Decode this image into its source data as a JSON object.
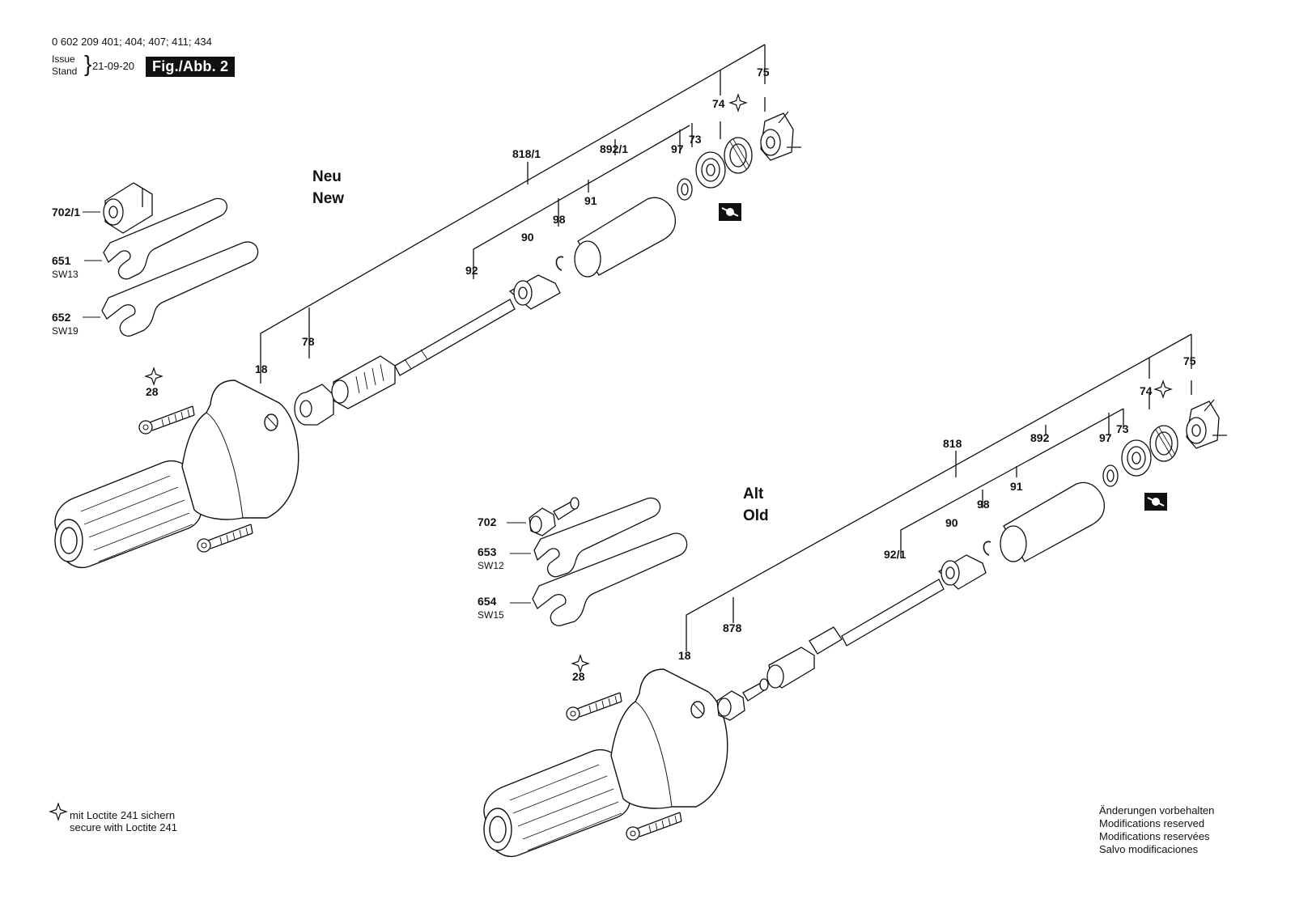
{
  "header": {
    "model_numbers": "0 602 209 401; 404; 407; 411; 434",
    "issue_label": "Issue",
    "stand_label": "Stand",
    "date": "21-09-20",
    "figure_label": "Fig./Abb. 2"
  },
  "versions": {
    "new_de": "Neu",
    "new_en": "New",
    "old_de": "Alt",
    "old_en": "Old"
  },
  "new_parts": {
    "p818_1": "818/1",
    "p892_1": "892/1",
    "p97": "97",
    "p73": "73",
    "p74": "74",
    "p75": "75",
    "p91": "91",
    "p98": "98",
    "p90": "90",
    "p92": "92",
    "p78": "78",
    "p18": "18",
    "p28": "28",
    "p702_1": "702/1",
    "p651": "651",
    "sw13": "SW13",
    "p652": "652",
    "sw19": "SW19"
  },
  "old_parts": {
    "p818": "818",
    "p892": "892",
    "p97": "97",
    "p73": "73",
    "p74": "74",
    "p75": "75",
    "p91": "91",
    "p98": "98",
    "p90": "90",
    "p92_1": "92/1",
    "p878": "878",
    "p18": "18",
    "p28": "28",
    "p702": "702",
    "p653": "653",
    "sw12": "SW12",
    "p654": "654",
    "sw15": "SW15"
  },
  "notes": {
    "loctite_de": "mit Loctite 241 sichern",
    "loctite_en": "secure with Loctite 241",
    "mod_de": "Änderungen vorbehalten",
    "mod_en": "Modifications reserved",
    "mod_fr": "Modifications reservées",
    "mod_es": "Salvo modificaciones"
  },
  "icons": {
    "loctite": "four-point-star-icon",
    "grease": "grease-symbol-icon"
  }
}
